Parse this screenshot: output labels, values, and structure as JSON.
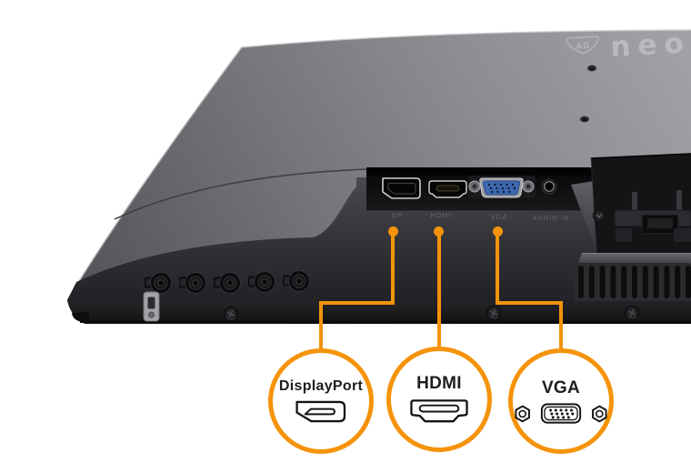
{
  "colors": {
    "accent": "#F5930B",
    "background": "#FFFFFF",
    "panel_gray": "#86868A",
    "shell_dark": "#2B2B2E"
  },
  "monitor": {
    "brand": {
      "badge_text": "AG",
      "logo_text": "neo"
    },
    "ports": {
      "dp_label": "DP",
      "hdmi_label": "HDMI",
      "vga_label": "VGA",
      "audio_label": "AUDIO IN"
    }
  },
  "callouts": {
    "displayport": {
      "label": "DisplayPort"
    },
    "hdmi": {
      "label": "HDMI"
    },
    "vga": {
      "label": "VGA"
    }
  }
}
